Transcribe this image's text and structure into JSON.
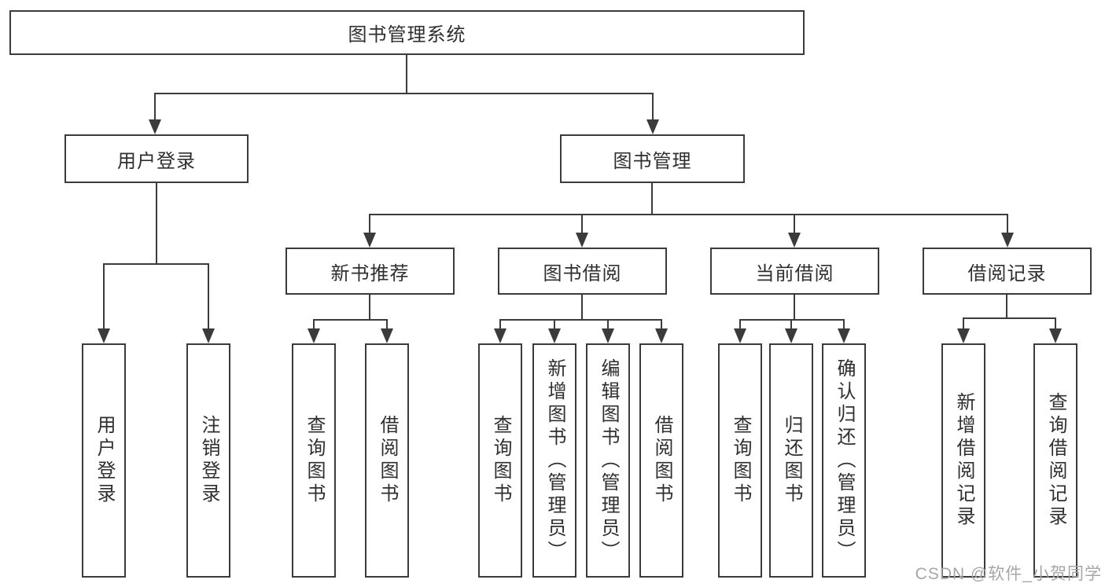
{
  "diagram": {
    "root": {
      "label": "图书管理系统"
    },
    "level2": {
      "user_login": "用户登录",
      "book_mgmt": "图书管理"
    },
    "level3": {
      "new_book_rec": "新书推荐",
      "book_borrow": "图书借阅",
      "current_borrow": "当前借阅",
      "borrow_record": "借阅记录"
    },
    "leaves": {
      "user_login": "用户登录",
      "logout": "注销登录",
      "query_book_rec": "查询图书",
      "borrow_book_rec": "借阅图书",
      "query_book_borrow": "查询图书",
      "add_book": "新增图书（管理员）",
      "edit_book": "编辑图书（管理员）",
      "borrow_book_borrow": "借阅图书",
      "query_book_current": "查询图书",
      "return_book": "归还图书",
      "confirm_return": "确认归还（管理员）",
      "add_borrow_record": "新增借阅记录",
      "query_borrow_record": "查询借阅记录"
    },
    "colors": {
      "line": "#3b3b3b",
      "text": "#2f2f2f",
      "box_background": "#ffffff",
      "watermark": "#a6a6a6"
    },
    "watermark": "CSDN @软件_小贺同学"
  }
}
